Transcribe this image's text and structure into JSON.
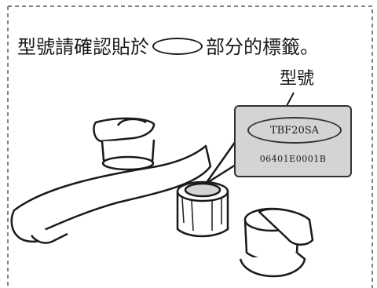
{
  "instruction": {
    "before_oval": "型號請確認貼於",
    "after_oval": "部分的標籤。"
  },
  "callout": {
    "title": "型號"
  },
  "label": {
    "model": "TBF20SA",
    "serial": "06401E0001B"
  },
  "colors": {
    "line": "#1a1a1a",
    "label_background": "#d4d4d4",
    "page_background": "#ffffff"
  }
}
